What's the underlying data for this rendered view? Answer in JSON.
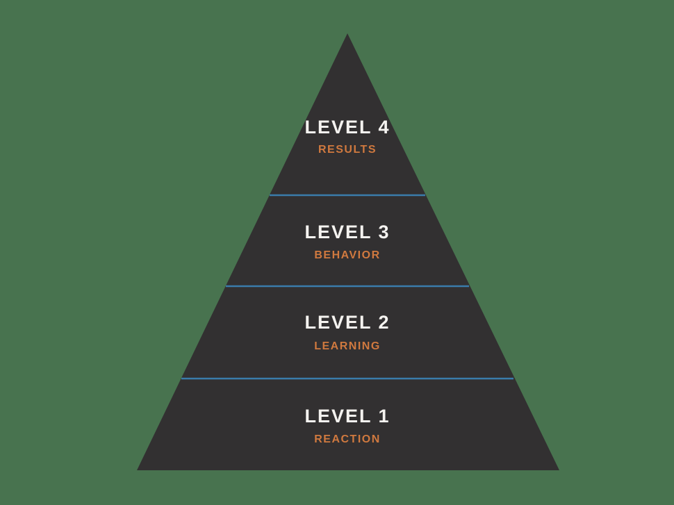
{
  "colors": {
    "background": "#48734f",
    "pyramid": "#323031",
    "divider": "#3a7cab",
    "level_label": "#f5f3f0",
    "sublabel": "#d0793f"
  },
  "pyramid": {
    "levels": [
      {
        "label": "LEVEL 4",
        "sublabel": "RESULTS"
      },
      {
        "label": "LEVEL 3",
        "sublabel": "BEHAVIOR"
      },
      {
        "label": "LEVEL 2",
        "sublabel": "LEARNING"
      },
      {
        "label": "LEVEL 1",
        "sublabel": "REACTION"
      }
    ]
  }
}
